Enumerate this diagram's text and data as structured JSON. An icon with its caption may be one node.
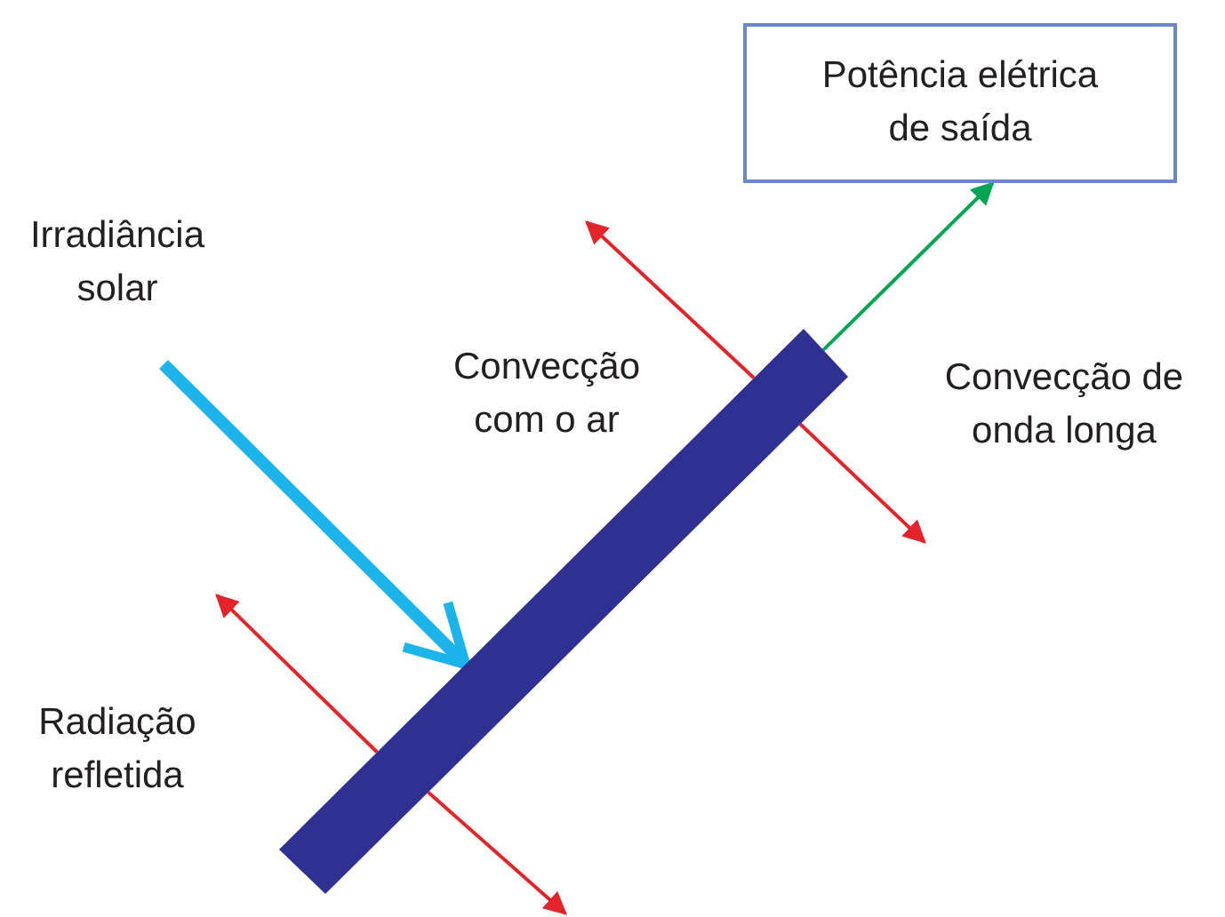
{
  "diagram": {
    "nodes": [
      {
        "text": [
          "Potência elétrica de saída"
        ]
      },
      {
        "text": [],
        "shape": "bar"
      }
    ],
    "edges": [
      {
        "from": null,
        "to": 1,
        "arrow": "to",
        "style": "thick",
        "color": "#1cb4ea"
      },
      {
        "from": 1,
        "to": null,
        "arrow": "to",
        "color": "#e3242b"
      },
      {
        "from": 1,
        "to": 0,
        "arrow": "to",
        "color": "#00a651"
      },
      {
        "from": 1,
        "to": null,
        "arrow": "to",
        "color": "#e3242b"
      },
      {
        "from": 1,
        "to": null,
        "arrow": "to",
        "color": "#e3242b"
      },
      {
        "from": 1,
        "to": null,
        "arrow": "to",
        "color": "#e3242b"
      }
    ],
    "labels": [
      "Irradiância solar",
      "Convecção com o ar",
      "Convecção de onda longa",
      "Radiação refletida"
    ]
  }
}
